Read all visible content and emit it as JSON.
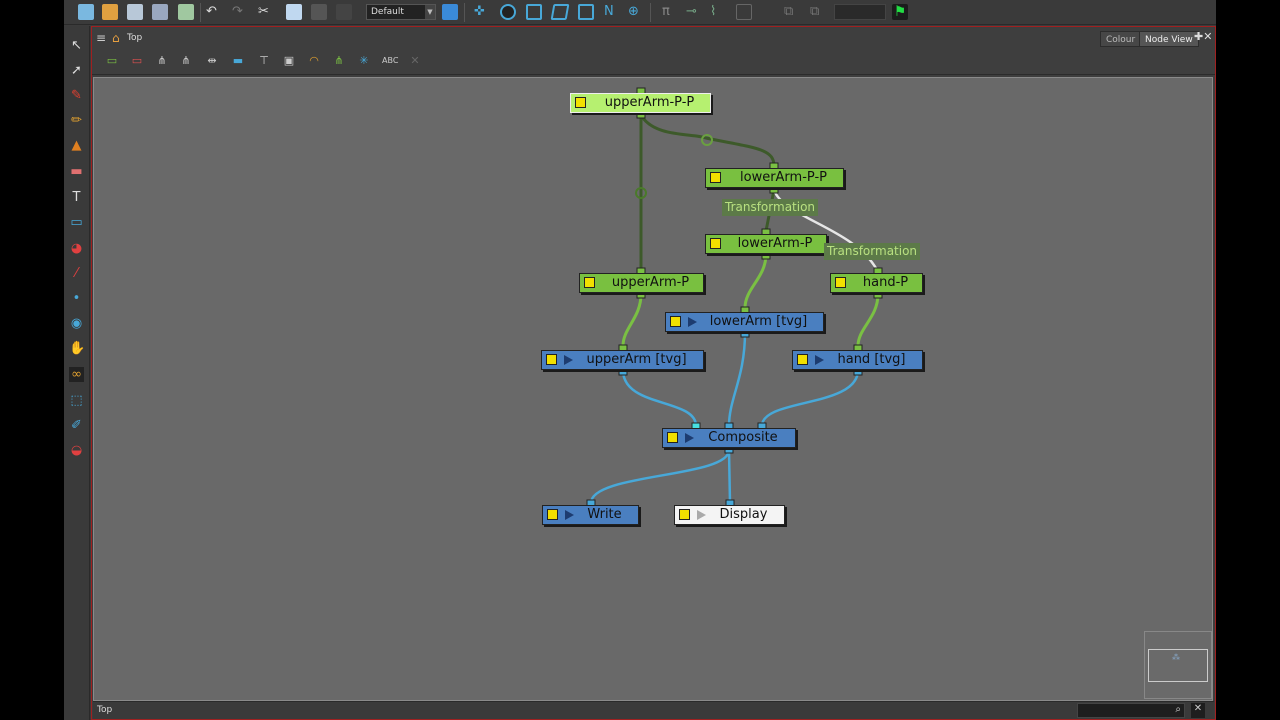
{
  "toolbar": {
    "preset": "Default"
  },
  "panel": {
    "breadcrumb": "Top",
    "tabs": [
      "Colour",
      "Node View"
    ]
  },
  "nodes": {
    "upperArm_P_P": "upperArm-P-P",
    "lowerArm_P_P": "lowerArm-P-P",
    "lowerArm_P": "lowerArm-P",
    "upperArm_P": "upperArm-P",
    "hand_P": "hand-P",
    "lowerArm_tvg": "lowerArm  [tvg]",
    "upperArm_tvg": "upperArm  [tvg]",
    "hand_tvg": "hand  [tvg]",
    "composite": "Composite",
    "write": "Write",
    "display": "Display"
  },
  "tooltips": {
    "transformation_1": "Transformation",
    "transformation_2": "Transformation"
  },
  "status": {
    "text": "Top"
  },
  "colors": {
    "peg": "#79c040",
    "peg_selected": "#b6f070",
    "drawing": "#4a7fc0",
    "display": "#f4f4f4",
    "cable_green": "#7ac043",
    "cable_dark": "#3d5a2a",
    "cable_blue": "#48a8d8",
    "panel_border": "#a02020"
  }
}
